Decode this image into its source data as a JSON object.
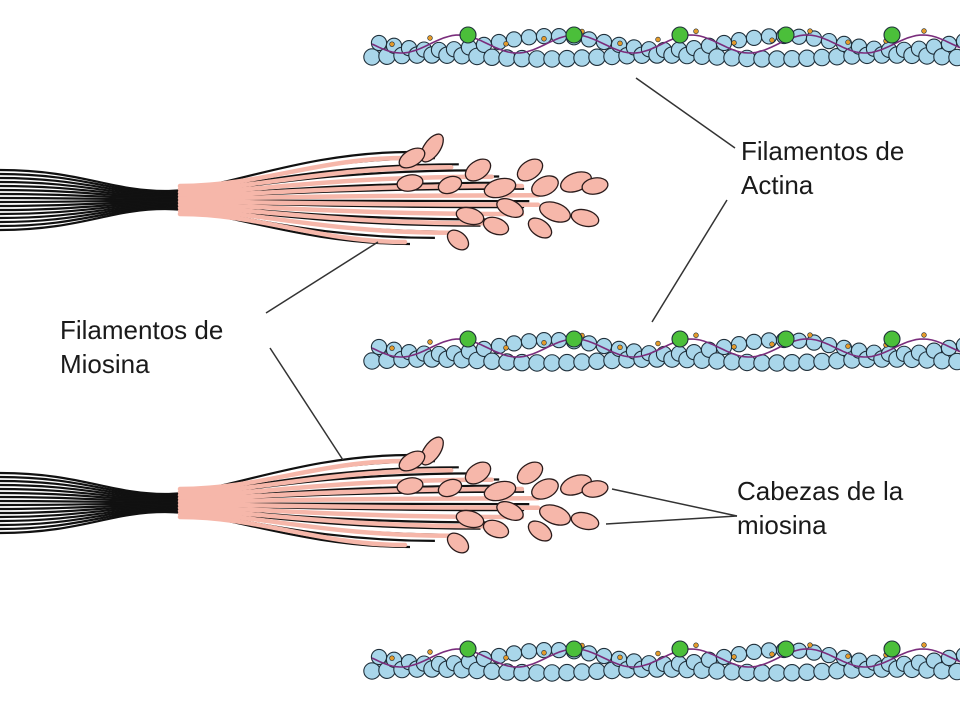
{
  "labels": {
    "actin_filaments": {
      "line1": "Filamentos de",
      "line2": "Actina"
    },
    "myosin_filaments": {
      "line1": "Filamentos de",
      "line2": "Miosina"
    },
    "myosin_heads": {
      "line1": "Cabezas de la",
      "line2": "miosina"
    }
  },
  "colors": {
    "background": "#ffffff",
    "actin_bead": "#a9d6ea",
    "actin_bead_stroke": "#1f2f3a",
    "troponin_green": "#4bbf3a",
    "tropomyosin_purple": "#7a2d7c",
    "actin_accent_orange": "#e39a2b",
    "myosin_tail_dark": "#111111",
    "myosin_head": "#f6b7aa",
    "myosin_stroke": "#2a1b1b",
    "leader_line": "#333333"
  }
}
